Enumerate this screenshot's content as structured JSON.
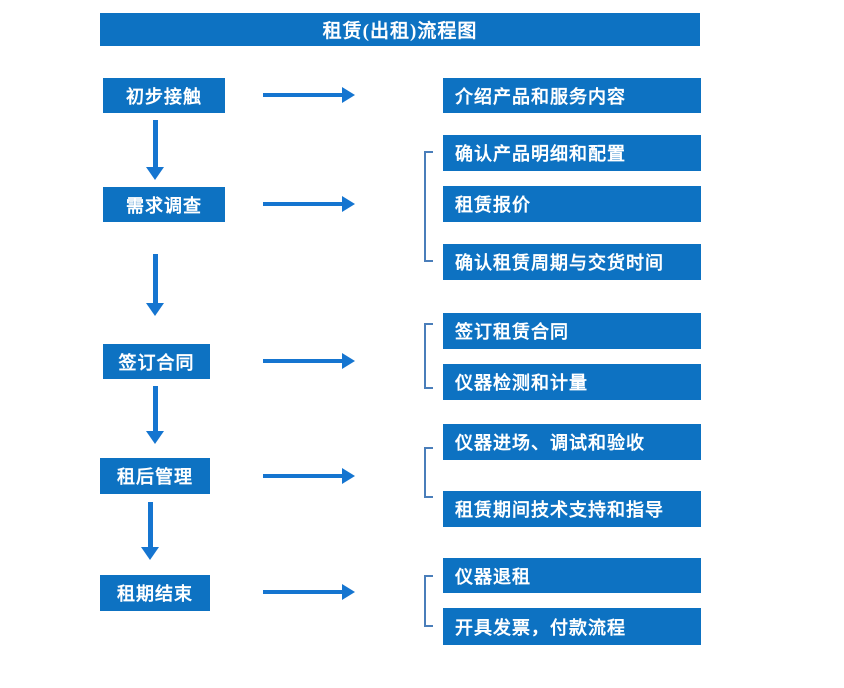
{
  "title": "租赁(出租)流程图",
  "colors": {
    "box-blue": "#0d72c2",
    "arrow-blue": "#1575d0",
    "bracket-blue": "#4a7eba",
    "text-white": "#ffffff",
    "page-bg": "#ffffff"
  },
  "steps": [
    {
      "label": "初步接触",
      "details": [
        "介绍产品和服务内容"
      ]
    },
    {
      "label": "需求调查",
      "details": [
        "确认产品明细和配置",
        "租赁报价",
        "确认租赁周期与交货时间"
      ]
    },
    {
      "label": "签订合同",
      "details": [
        "签订租赁合同",
        "仪器检测和计量"
      ]
    },
    {
      "label": "租后管理",
      "details": [
        "仪器进场、调试和验收",
        "租赁期间技术支持和指导"
      ]
    },
    {
      "label": "租期结束",
      "details": [
        "仪器退租",
        "开具发票，付款流程"
      ]
    }
  ]
}
